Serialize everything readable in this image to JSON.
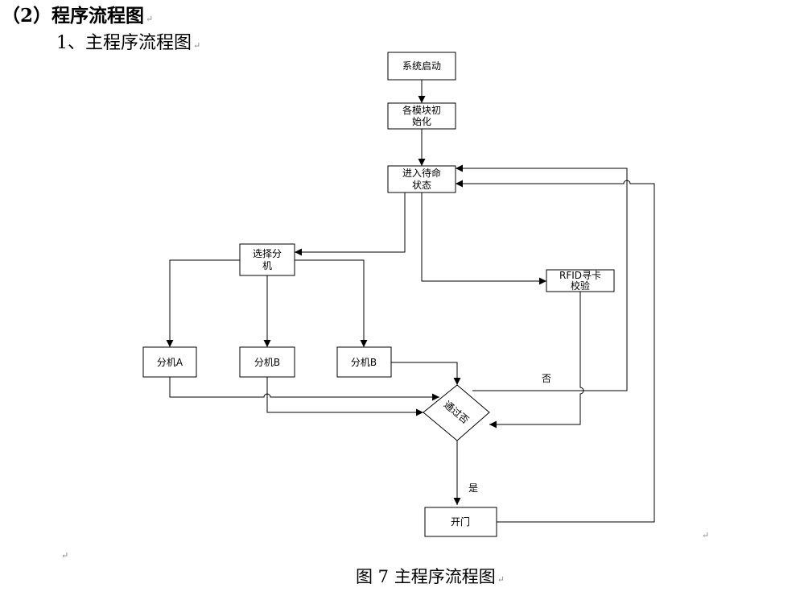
{
  "heading": "（2）程序流程图",
  "subheading": "1、主程序流程图",
  "paragraph_mark": "↵",
  "caption": "图 7  主程序流程图",
  "flowchart": {
    "start": [
      "系统启动"
    ],
    "init": [
      "各模块初",
      "始化"
    ],
    "standby": [
      "进入待命",
      "状态"
    ],
    "select": [
      "选择分",
      "机"
    ],
    "rfid": [
      "RFID寻卡",
      "校验"
    ],
    "sub_a": [
      "分机A"
    ],
    "sub_b1": [
      "分机B"
    ],
    "sub_b2": [
      "分机B"
    ],
    "decision": [
      "通过否"
    ],
    "open_door": [
      "开门"
    ],
    "label_no": "否",
    "label_yes": "是"
  }
}
